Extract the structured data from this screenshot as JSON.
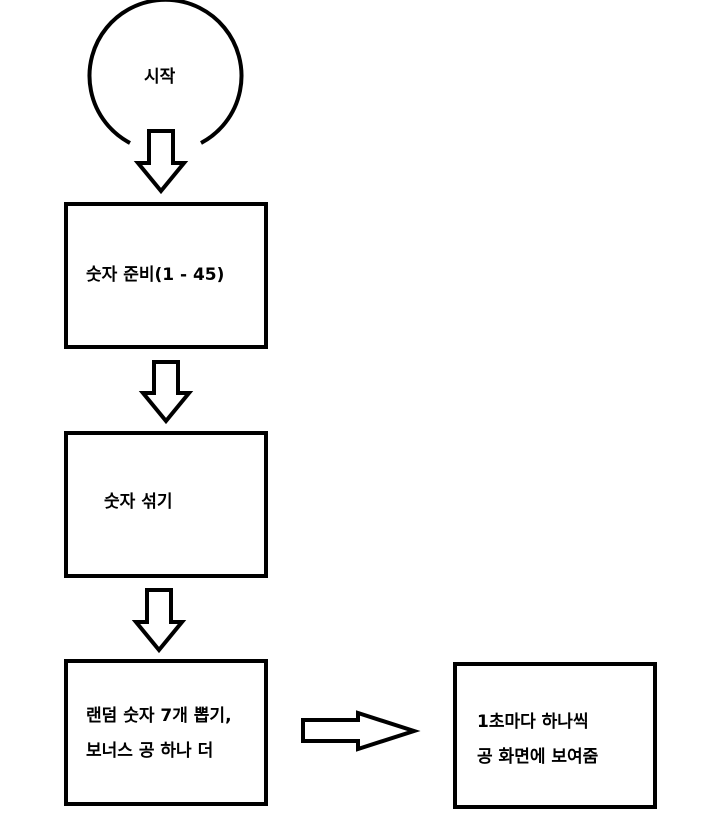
{
  "diagram": {
    "start": {
      "label": "시작"
    },
    "steps": [
      {
        "label": "숫자 준비(1 - 45)"
      },
      {
        "label": "숫자 섞기"
      },
      {
        "line1": "랜덤 숫자 7개 뽑기,",
        "line2": "보너스 공 하나 더"
      },
      {
        "line1": "1초마다 하나씩",
        "line2": "공 화면에 보여줌"
      }
    ]
  }
}
